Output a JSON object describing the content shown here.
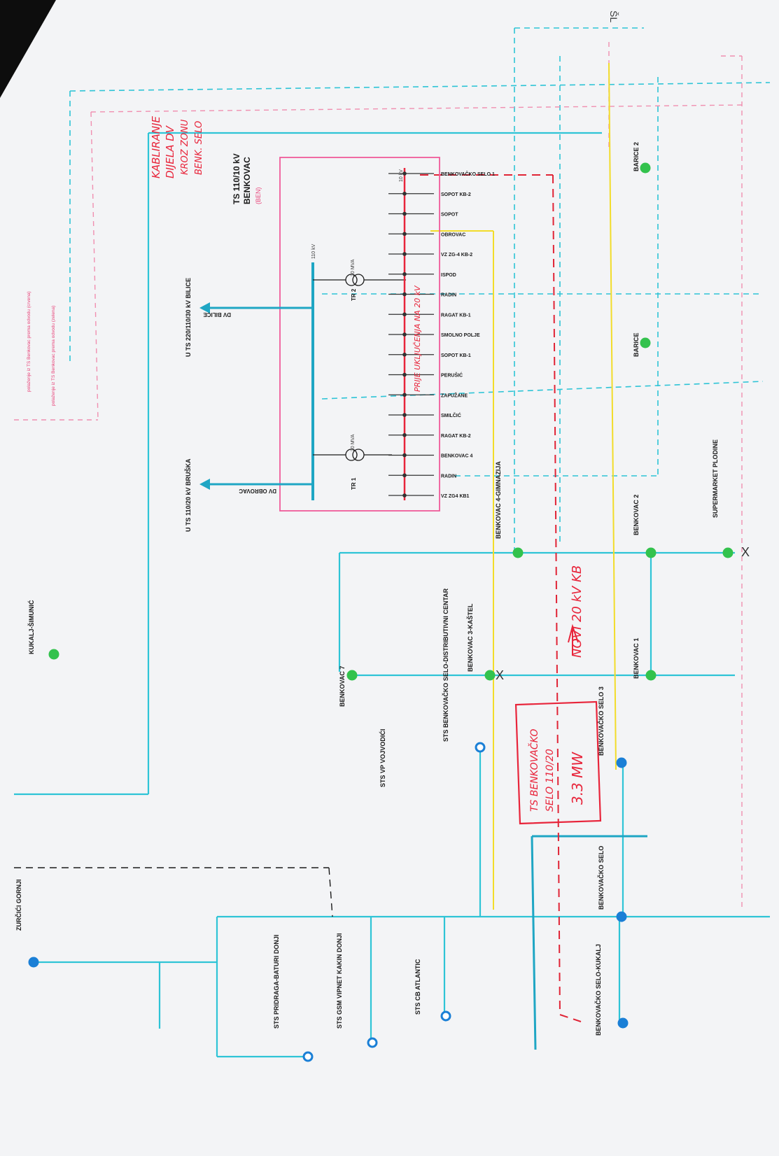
{
  "substation": {
    "title": "TS 110/10 kV",
    "name": "BENKOVAC",
    "code": "(BEN)"
  },
  "labels": {
    "to_bilice": "U TS 220/110/30 kV BILICE",
    "to_bruska": "U TS 110/20 kV BRUŠKA",
    "dv_bilice": "DV BILICE",
    "dv_obrovac": "DV OBROVAC",
    "tr2": "TR 2",
    "tr1": "TR 1",
    "tr2_rating": "20 MVA",
    "tr1_rating": "20 MVA",
    "kv110": "110 kV",
    "kv10": "10 kV"
  },
  "feeders": [
    "BENKOVAČKO SELO 1",
    "SOPOT KB-2",
    "SOPOT",
    "OBROVAC",
    "VZ ZG-4 KB-2",
    "ISPOD",
    "RADIN",
    "RAGAT KB-1",
    "SMOLNO POLJE",
    "SOPOT KB-1",
    "PERUŠIĆ",
    "ZAPUŽANE",
    "SMILČIĆ",
    "RAGAT KB-2",
    "BENKOVAC 4",
    "RADIN",
    "VZ ZG4 KB1"
  ],
  "stations": [
    {
      "name": "ZURČIĆI GORNJI",
      "kind": "ts"
    },
    {
      "name": "STS PRIDRAGA-BATURI DONJI",
      "kind": "sts"
    },
    {
      "name": "STS GSM VIPNET KAKIN DONJI",
      "kind": "sts"
    },
    {
      "name": "STS CB ATLANTIC",
      "kind": "sts"
    },
    {
      "name": "STS VP VOJVODIĆI",
      "kind": "sts"
    },
    {
      "name": "STS BENKOVAČKO SELO-DISTRIBUTIVNI CENTAR",
      "kind": "sts"
    },
    {
      "name": "BENKOVAČKO SELO",
      "kind": "ts"
    },
    {
      "name": "BENKOVAČKO SELO 3",
      "kind": "ts"
    },
    {
      "name": "BENKOVAČKO SELO-KUKALJ",
      "kind": "ts"
    },
    {
      "name": "KUKALJ-ŠIMUNIĆ",
      "kind": "green"
    },
    {
      "name": "BENKOVAC 7",
      "kind": "green"
    },
    {
      "name": "BENKOVAC 3-KAŠTEL",
      "kind": "green"
    },
    {
      "name": "BENKOVAC 4-GIMNAZIJA",
      "kind": "green"
    },
    {
      "name": "BENKOVAC 1",
      "kind": "green"
    },
    {
      "name": "BENKOVAC 2",
      "kind": "green"
    },
    {
      "name": "SUPERMARKET PLODINE",
      "kind": "green"
    },
    {
      "name": "BARICE",
      "kind": "green"
    },
    {
      "name": "BARICE 2",
      "kind": "green"
    }
  ],
  "handwritten": {
    "line1": "KABLIRANJE",
    "line2": "DIJELA DV",
    "line3": "KROZ ZONU",
    "line4": "BENK. SELO",
    "new_cable": "NOVI 20 kV KB",
    "box_line1": "TS BENKOVAČKO",
    "box_line2": "SELO 110/20",
    "box_power": "3.3 MW",
    "bus_note": "PRIJE UKLJUČENJA NA 20 kV",
    "corner": "ŠL"
  },
  "legend": {
    "note1": "polaženje iz TS Benkovac prema odvodu (crvena)",
    "note2": "polaženje iz TS Benkovac prema odvodu (zelena)"
  },
  "markers": {
    "x": "X"
  },
  "colors": {
    "feeder_cyan": "#2ec4d6",
    "new_cable_red": "#e02436",
    "boundary_pink": "#ef5b9a",
    "yellow_line": "#f2dc2a",
    "node_green": "#33c24d",
    "node_blue": "#1a7fd6"
  }
}
